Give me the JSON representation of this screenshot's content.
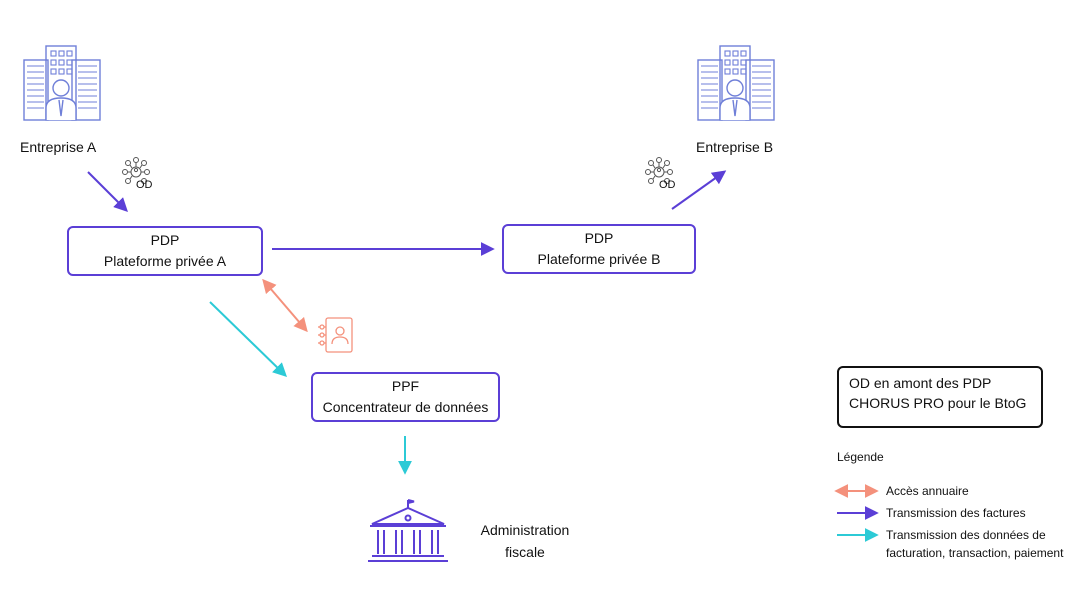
{
  "nodes": {
    "entreprise_a": "Entreprise A",
    "entreprise_b": "Entreprise B",
    "pdp_a": {
      "line1": "PDP",
      "line2": "Plateforme privée A"
    },
    "pdp_b": {
      "line1": "PDP",
      "line2": "Plateforme privée B"
    },
    "ppf": {
      "line1": "PPF",
      "line2": "Concentrateur de données"
    },
    "administration": {
      "line1": "Administration",
      "line2": "fiscale"
    }
  },
  "od_badge": "OD",
  "note": {
    "line1": "OD en amont des PDP",
    "line2": "CHORUS PRO pour le BtoG"
  },
  "legend": {
    "title": "Légende",
    "items": [
      {
        "label": "Accès annuaire",
        "color": "#f4917c"
      },
      {
        "label": "Transmission des factures",
        "color": "#5b3fd6"
      },
      {
        "label": "Transmission des données de",
        "label2": "facturation, transaction, paiement",
        "color": "#2ccad6"
      }
    ]
  },
  "colors": {
    "purple": "#5b3fd6",
    "salmon": "#f4917c",
    "cyan": "#2ccad6",
    "building": "#6f7fd8"
  },
  "icons": [
    "office-building-icon",
    "network-od-icon",
    "directory-book-icon",
    "government-building-icon"
  ]
}
